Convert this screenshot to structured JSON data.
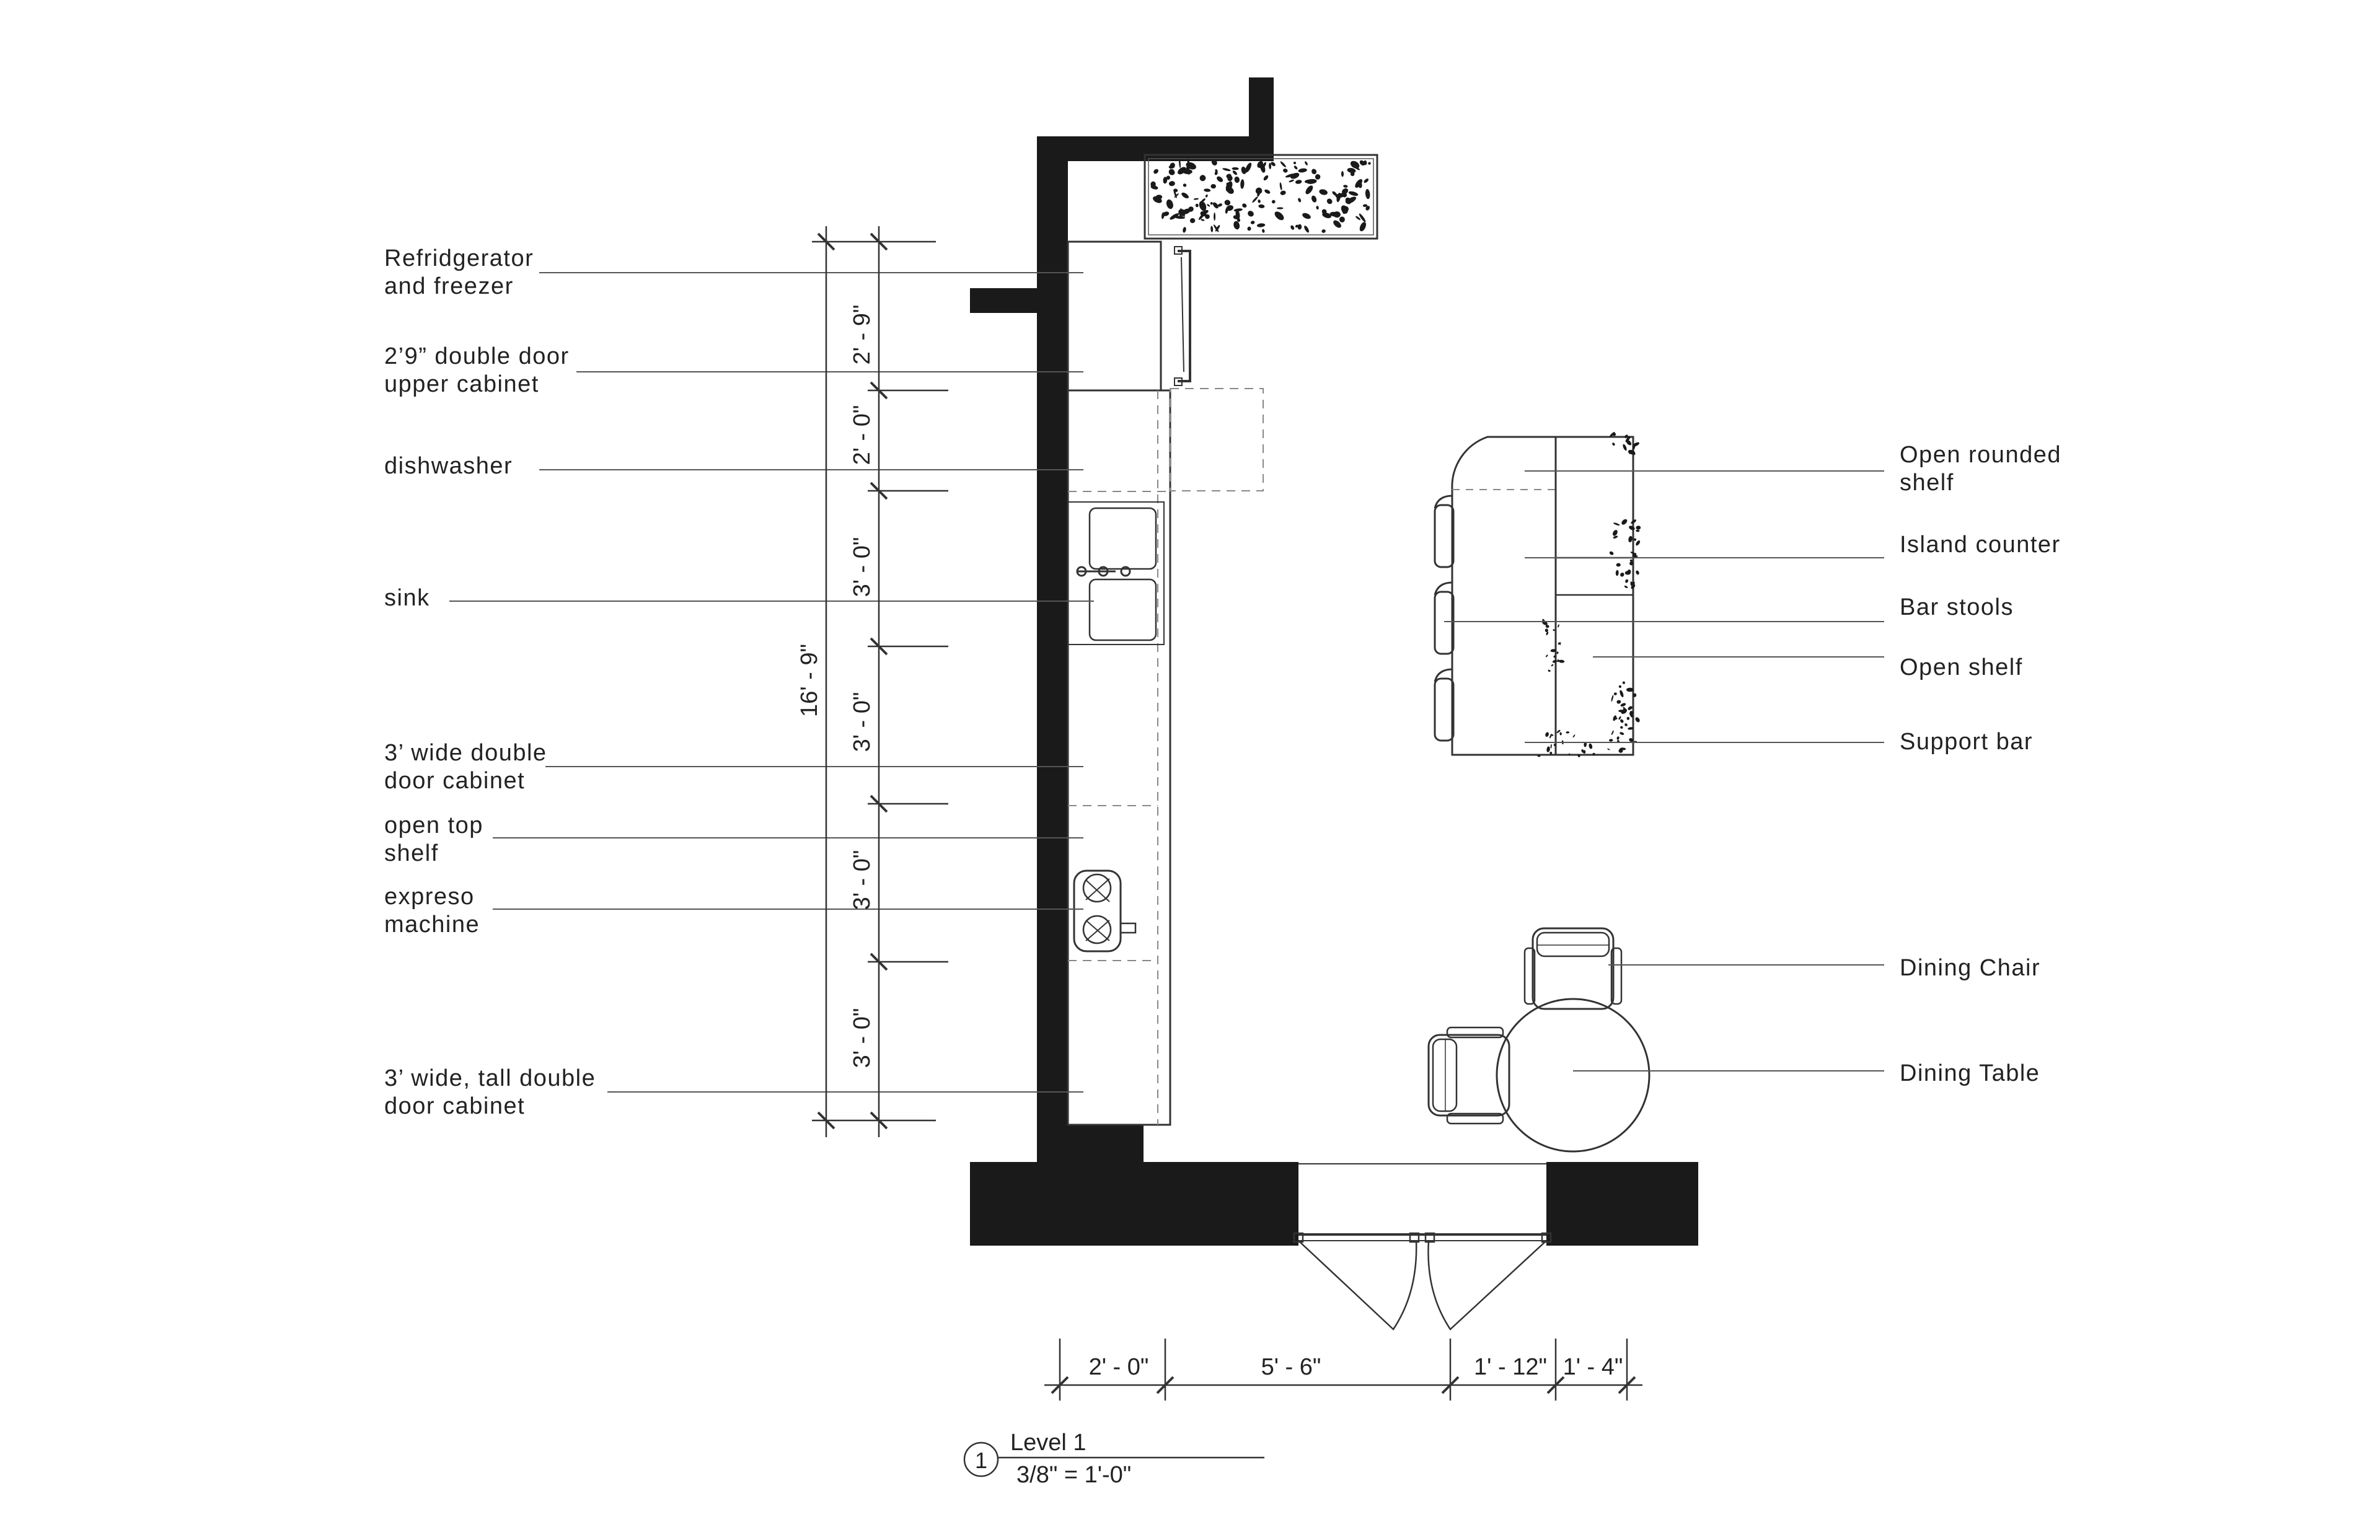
{
  "left_labels": [
    {
      "id": "refrigerator",
      "line1": "Refridgerator",
      "line2": "and freezer"
    },
    {
      "id": "upper-cabinet",
      "line1": "2’9” double door",
      "line2": "upper cabinet"
    },
    {
      "id": "dishwasher",
      "line1": "dishwasher",
      "line2": ""
    },
    {
      "id": "sink",
      "line1": "sink",
      "line2": ""
    },
    {
      "id": "double-door-cabinet",
      "line1": "3’ wide double",
      "line2": "door cabinet"
    },
    {
      "id": "open-top-shelf",
      "line1": "open top",
      "line2": "shelf"
    },
    {
      "id": "espresso-machine",
      "line1": "expreso",
      "line2": "machine"
    },
    {
      "id": "tall-cabinet",
      "line1": "3’ wide, tall double",
      "line2": "door cabinet"
    }
  ],
  "right_labels": [
    {
      "id": "open-rounded-shelf",
      "line1": "Open rounded",
      "line2": "shelf"
    },
    {
      "id": "island-counter",
      "line1": "Island counter",
      "line2": ""
    },
    {
      "id": "bar-stools",
      "line1": "Bar stools",
      "line2": ""
    },
    {
      "id": "open-shelf",
      "line1": "Open shelf",
      "line2": ""
    },
    {
      "id": "support-bar",
      "line1": "Support bar",
      "line2": ""
    },
    {
      "id": "dining-chair",
      "line1": "Dining Chair",
      "line2": ""
    },
    {
      "id": "dining-table",
      "line1": "Dining Table",
      "line2": ""
    }
  ],
  "vertical_dimensions": {
    "overall": "16' - 9\"",
    "segments": [
      "2' - 9\"",
      "2' - 0\"",
      "3' - 0\"",
      "3' - 0\"",
      "3' - 0\"",
      "3' - 0\""
    ]
  },
  "horizontal_dimensions": [
    "2' - 0\"",
    "5' - 6\"",
    "1' - 12\"",
    "1' - 4\""
  ],
  "view_title": {
    "number": "1",
    "name": "Level 1",
    "scale": "3/8\" = 1'-0\""
  },
  "colors": {
    "wall": "#1a1a1a",
    "line": "#333333",
    "leader": "#555555",
    "dashed": "#888888"
  }
}
